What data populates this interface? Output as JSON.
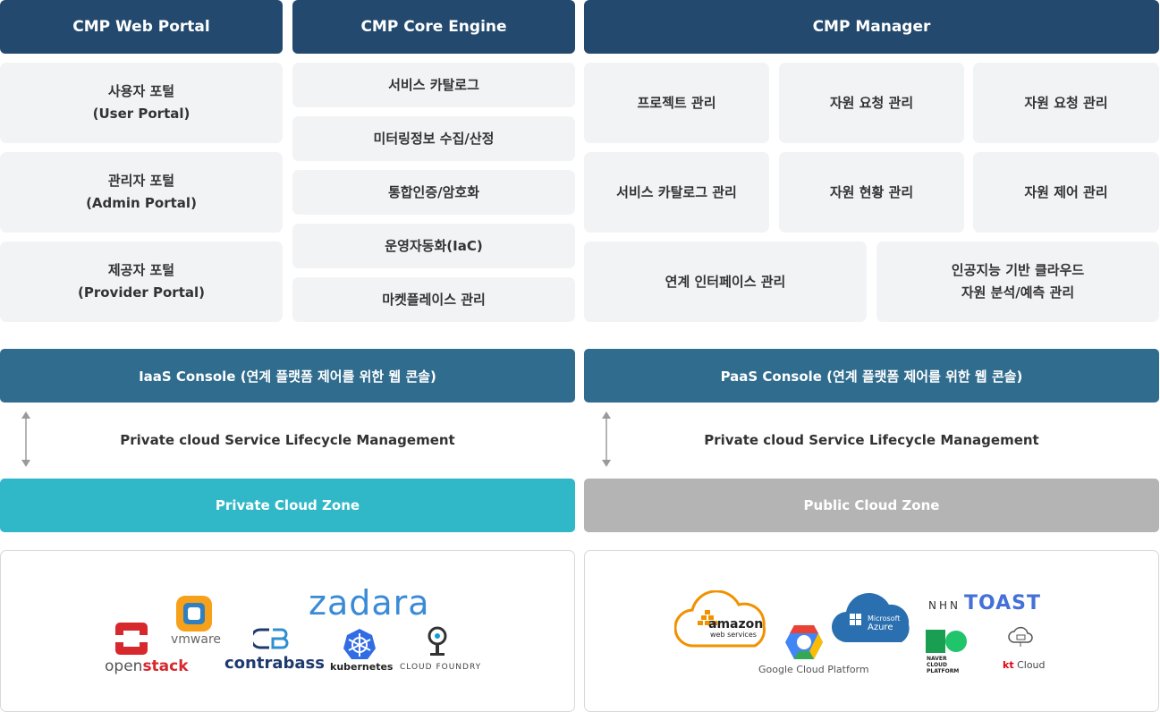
{
  "columns": {
    "web_portal": {
      "title": "CMP Web Portal",
      "items": [
        [
          "사용자 포털",
          "(User Portal)"
        ],
        [
          "관리자 포털",
          "(Admin Portal)"
        ],
        [
          "제공자 포털",
          "(Provider Portal)"
        ]
      ]
    },
    "core_engine": {
      "title": "CMP Core Engine",
      "items": [
        "서비스 카탈로그",
        "미터링정보 수집/산정",
        "통합인증/암호화",
        "운영자동화(IaC)",
        "마켓플레이스 관리"
      ]
    },
    "manager": {
      "title": "CMP Manager",
      "row1": [
        "프로젝트 관리",
        "자원 요청 관리",
        "자원 요청 관리"
      ],
      "row2": [
        "서비스 카탈로그 관리",
        "자원 현황 관리",
        "자원 제어 관리"
      ],
      "row3": [
        "연계 인터페이스 관리",
        "인공지능 기반 클라우드",
        "자원 분석/예측 관리"
      ]
    }
  },
  "consoles": {
    "iaas": "IaaS Console (연계 플랫폼 제어를 위한 웹 콘솔)",
    "paas": "PaaS Console (연계 플랫폼 제어를 위한 웹 콘솔)"
  },
  "lifecycle": {
    "left": "Private cloud Service Lifecycle Management",
    "right": "Private cloud Service Lifecycle Management"
  },
  "zones": {
    "private": "Private Cloud Zone",
    "public": "Public Cloud Zone"
  },
  "private_logos": {
    "zadara": "zadara",
    "vmware": "vmware",
    "openstack_a": "open",
    "openstack_b": "stack",
    "contrabass": "contrabass",
    "kubernetes": "kubernetes",
    "cloudfoundry": "CLOUD FOUNDRY"
  },
  "public_logos": {
    "amazon": "amazon",
    "webservices": "web services",
    "microsoft": "Microsoft",
    "azure": "Azure",
    "nhn": "NHN",
    "toast": "TOAST",
    "google": "Google Cloud Platform",
    "naver1": "NAVER",
    "naver2": "CLOUD",
    "naver3": "PLATFORM",
    "kt": "kt",
    "ktcloud": "Cloud"
  },
  "colors": {
    "header": "#234a6e",
    "console": "#2f6c8e",
    "private_zone": "#31b8c8",
    "public_zone": "#b4b4b4",
    "box": "#f2f3f5"
  },
  "icons": [
    "double-arrow-icon",
    "openstack-icon",
    "vmware-icon",
    "contrabass-icon",
    "kubernetes-icon",
    "cloudfoundry-icon",
    "aws-cloud-icon",
    "google-cloud-icon",
    "azure-cloud-icon",
    "naver-cloud-icon",
    "kt-cloud-icon"
  ]
}
